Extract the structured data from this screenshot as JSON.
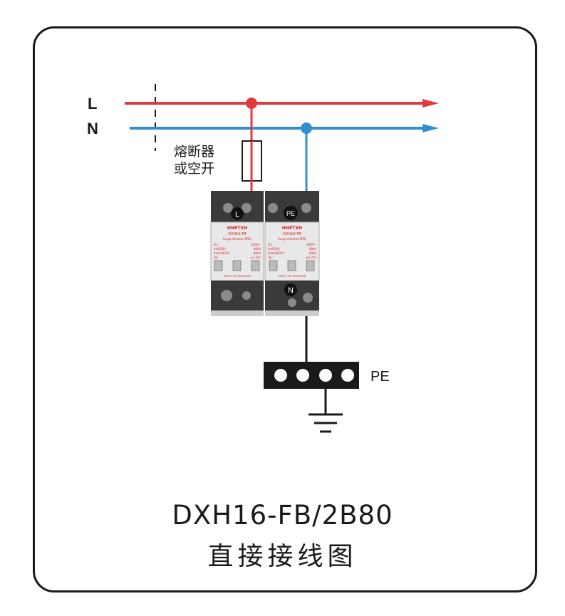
{
  "colors": {
    "live": "#e03a3e",
    "neutral": "#2f8fd0",
    "earth": "#1a1a1a",
    "device_body": "#3a3a3a",
    "device_label": "#e8e8e8",
    "device_text": "#d0202a"
  },
  "lines": {
    "live_label": "L",
    "neutral_label": "N"
  },
  "fuse": {
    "label_line1": "熔断器",
    "label_line2": "或空开"
  },
  "device": {
    "brand": "HNPTXH",
    "module_left": {
      "terminal_top": "L",
      "model": "DXH16-FB",
      "subtitle": "Surge Arrester(SPD)",
      "specs": [
        {
          "k": "Uc:",
          "v": "440V~"
        },
        {
          "k": "In(8/20):",
          "v": "40kA"
        },
        {
          "k": "Imax(8/20):",
          "v": "80kA"
        },
        {
          "k": "Up:",
          "v": "≤2.2kV"
        }
      ],
      "footer": "FAULTY GO REPLACED"
    },
    "module_right": {
      "terminal_top": "PE",
      "terminal_bottom": "N",
      "model": "DXH16-FB",
      "subtitle": "Surge Arrester(SPD)",
      "specs": [
        {
          "k": "Uc:",
          "v": "440V~"
        },
        {
          "k": "In(8/20):",
          "v": "40kA"
        },
        {
          "k": "Imax(8/20):",
          "v": "80kA"
        },
        {
          "k": "Up:",
          "v": "≤2.2kV"
        }
      ],
      "footer": "FAULTY GO REPLACED"
    }
  },
  "earth_bar": {
    "label": "PE"
  },
  "caption": {
    "model": "DXH16-FB/2B80",
    "description": "直接接线图"
  }
}
